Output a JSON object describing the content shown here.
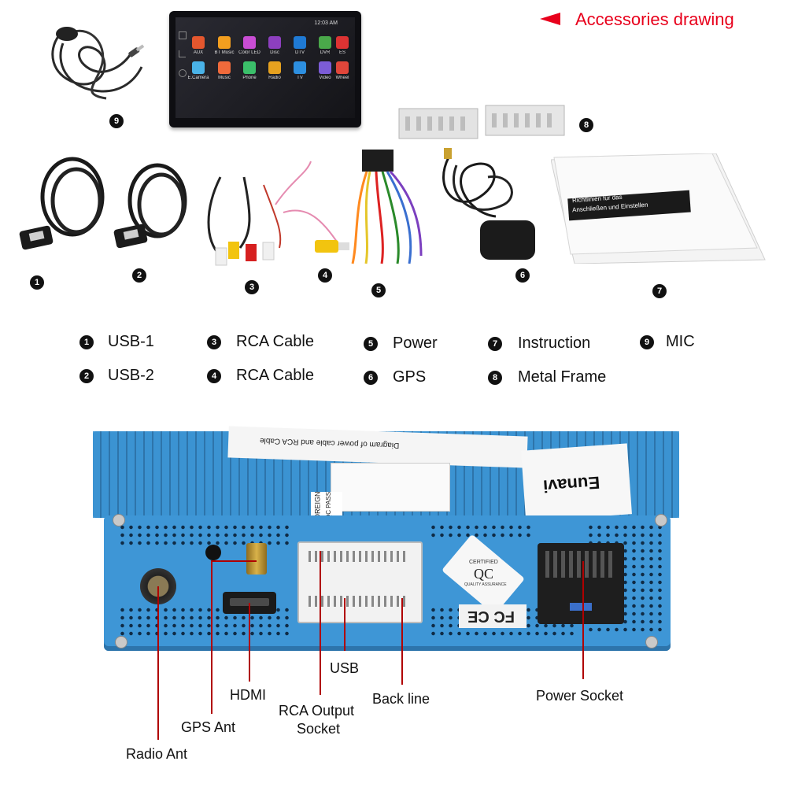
{
  "header": {
    "title": "Accessories drawing",
    "accent_color": "#e8001c"
  },
  "tablet": {
    "time": "12:03 AM",
    "apps_row1": [
      "AUX",
      "BT Music",
      "Color LED",
      "Disc",
      "DTV",
      "DVR",
      "ES"
    ],
    "apps_row2": [
      "E.Camera",
      "Music",
      "Phone",
      "Radio",
      "TV",
      "Video",
      "Wheel"
    ],
    "colors": [
      "#e4572e",
      "#f29e1f",
      "#c94dd4",
      "#8d3fbf",
      "#1f7ad4",
      "#4aa84a",
      "#d33"
    ]
  },
  "item_numbers": [
    "1",
    "2",
    "3",
    "4",
    "5",
    "6",
    "7",
    "8",
    "9"
  ],
  "manual": {
    "heading_line1": "Richtlinien für das",
    "heading_line2": "Anschließen und Einstellen"
  },
  "legend": [
    {
      "num": "1",
      "label": "USB-1"
    },
    {
      "num": "2",
      "label": "USB-2"
    },
    {
      "num": "3",
      "label": "RCA Cable"
    },
    {
      "num": "4",
      "label": "RCA Cable"
    },
    {
      "num": "5",
      "label": "Power"
    },
    {
      "num": "6",
      "label": "GPS"
    },
    {
      "num": "7",
      "label": "Instruction"
    },
    {
      "num": "8",
      "label": "Metal Frame"
    },
    {
      "num": "9",
      "label": "MIC"
    }
  ],
  "unit": {
    "label_title": "Diagram of power cable and RCA Cable",
    "brand": "Eunavi",
    "qc_small": "CERTIFIED",
    "qc": "QC",
    "qc_bottom": "QUALITY ASSURANCE",
    "certs": "FC CE",
    "warning": "NO FOREIGN",
    "warning2": "GRAY QC PASS"
  },
  "callouts": {
    "radio_ant": "Radio Ant",
    "gps_ant": "GPS Ant",
    "hdmi": "HDMI",
    "rca_output_1": "RCA Output",
    "rca_output_2": "Socket",
    "usb": "USB",
    "back_line": "Back line",
    "power_socket": "Power Socket"
  }
}
